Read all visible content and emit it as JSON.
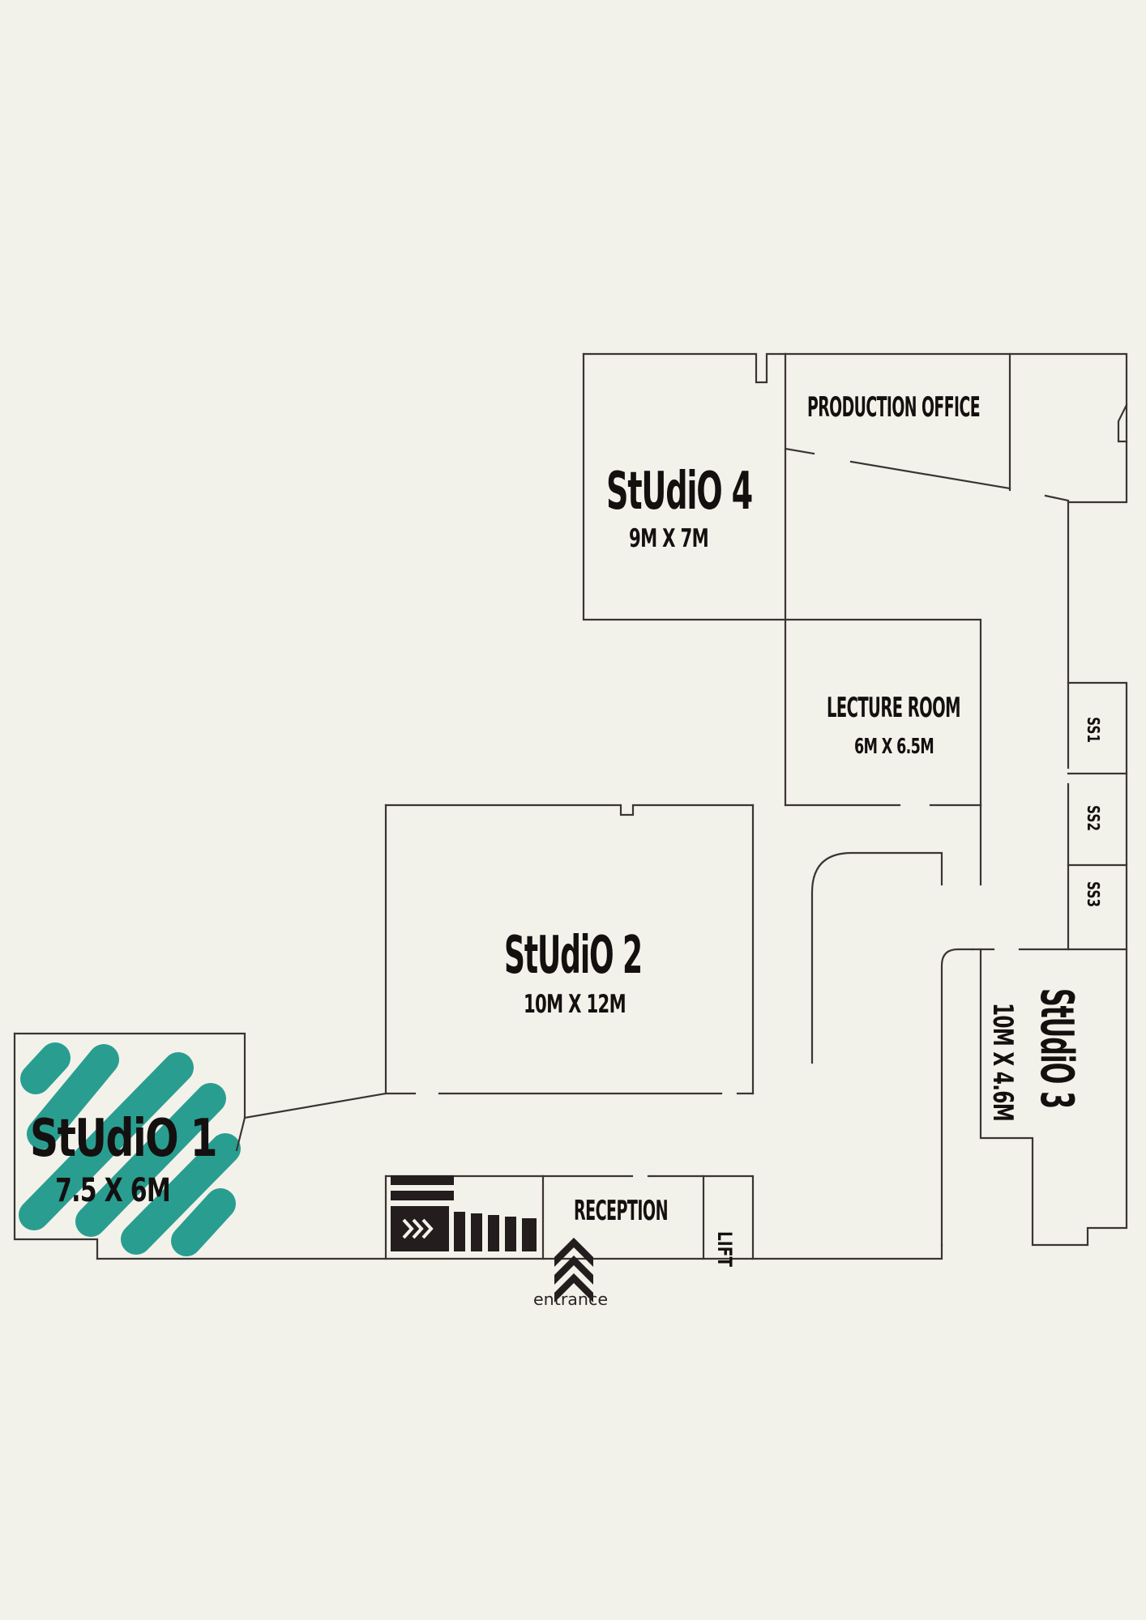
{
  "rooms": {
    "studio1": {
      "name": "StUdiO 1",
      "size": "7.5 X 6M"
    },
    "studio2": {
      "name": "StUdiO 2",
      "size": "10M X 12M"
    },
    "studio3": {
      "name": "StUdiO 3",
      "size": "10M X 4.6M"
    },
    "studio4": {
      "name": "StUdiO 4",
      "size": "9M X 7M"
    },
    "production_office": {
      "name": "PRODUCTION OFFICE"
    },
    "lecture_room": {
      "name": "LECTURE ROOM",
      "size": "6M X 6.5M"
    },
    "reception": {
      "name": "RECEPTION"
    },
    "lift": {
      "name": "LIFT"
    },
    "ss1": {
      "name": "SS1"
    },
    "ss2": {
      "name": "SS2"
    },
    "ss3": {
      "name": "SS3"
    }
  },
  "entrance": {
    "label": "entrance"
  },
  "colors": {
    "highlight": "#1f9a8c",
    "wall": "#3b3434",
    "background": "#f3f2ea"
  }
}
